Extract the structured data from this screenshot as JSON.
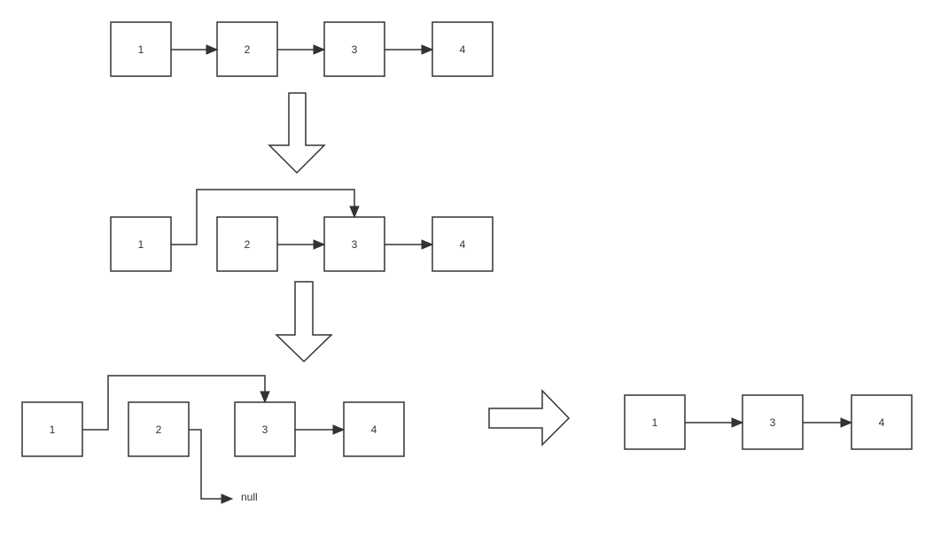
{
  "stage1": {
    "nodes": [
      "1",
      "2",
      "3",
      "4"
    ]
  },
  "stage2": {
    "nodes": [
      "1",
      "2",
      "3",
      "4"
    ]
  },
  "stage3": {
    "nodes": [
      "1",
      "2",
      "3",
      "4"
    ],
    "null_label": "null"
  },
  "result": {
    "nodes": [
      "1",
      "3",
      "4"
    ]
  },
  "colors": {
    "stroke": "#333333",
    "background": "#ffffff"
  }
}
